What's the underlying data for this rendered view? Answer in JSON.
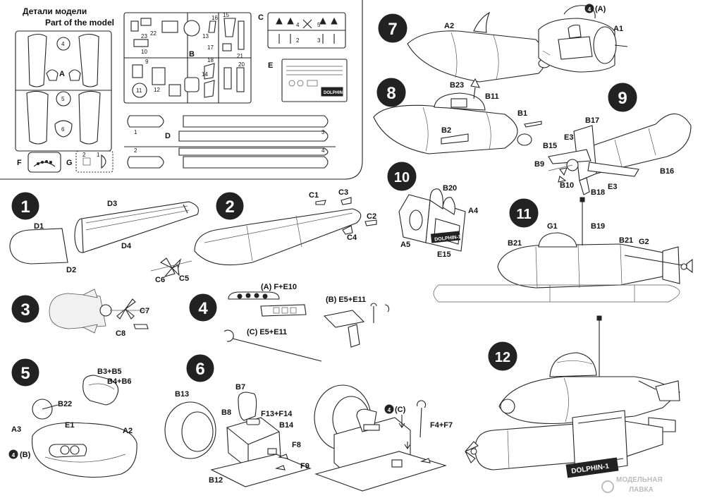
{
  "parts_header": {
    "ru": "Детали модели",
    "en": "Part of the model"
  },
  "sprues": {
    "A": "A",
    "B": "B",
    "C": "C",
    "D": "D",
    "E": "E",
    "F": "F",
    "G": "G"
  },
  "sprue_numbers": {
    "A": [
      "4",
      "5",
      "6"
    ],
    "B": [
      "22",
      "23",
      "13",
      "16",
      "15",
      "17",
      "21",
      "18",
      "10",
      "9",
      "20",
      "11",
      "12",
      "14"
    ],
    "C": [
      "4",
      "5",
      "2",
      "3"
    ],
    "D": [
      "1",
      "2",
      "3",
      "4"
    ],
    "G": [
      "2",
      "1"
    ]
  },
  "plate_text": "DOLPHIN-1",
  "steps": [
    {
      "num": "1",
      "labels": [
        "D1",
        "D2",
        "D3",
        "D4"
      ]
    },
    {
      "num": "2",
      "labels": [
        "C1",
        "C3",
        "C2",
        "C4",
        "C6",
        "C5"
      ]
    },
    {
      "num": "3",
      "labels": [
        "C7",
        "C8"
      ]
    },
    {
      "num": "4",
      "labels": [
        "(A) F+E10",
        "(B) E5+E11",
        "(C) E5+E11"
      ]
    },
    {
      "num": "5",
      "labels": [
        "B3+B5",
        "B4+B6",
        "B22",
        "E1",
        "A3",
        "A2",
        "(B)"
      ]
    },
    {
      "num": "6",
      "labels": [
        "B13",
        "B7",
        "B8",
        "F13+F14",
        "B14",
        "F8",
        "F9",
        "B12",
        "(C)",
        "F4+F7"
      ]
    },
    {
      "num": "7",
      "labels": [
        "A2",
        "A1",
        "(A)"
      ]
    },
    {
      "num": "8",
      "labels": [
        "B23",
        "B11",
        "B1",
        "B2"
      ]
    },
    {
      "num": "9",
      "labels": [
        "B17",
        "E3",
        "B15",
        "B9",
        "B10",
        "B18",
        "E3",
        "B16"
      ]
    },
    {
      "num": "10",
      "labels": [
        "B20",
        "A4",
        "A5",
        "E15"
      ]
    },
    {
      "num": "11",
      "labels": [
        "G1",
        "B19",
        "B21",
        "B21",
        "G2"
      ]
    },
    {
      "num": "12",
      "labels": []
    }
  ],
  "watermark": {
    "line1": "МОДЕЛЬНАЯ",
    "line2": "ЛАВКА"
  }
}
